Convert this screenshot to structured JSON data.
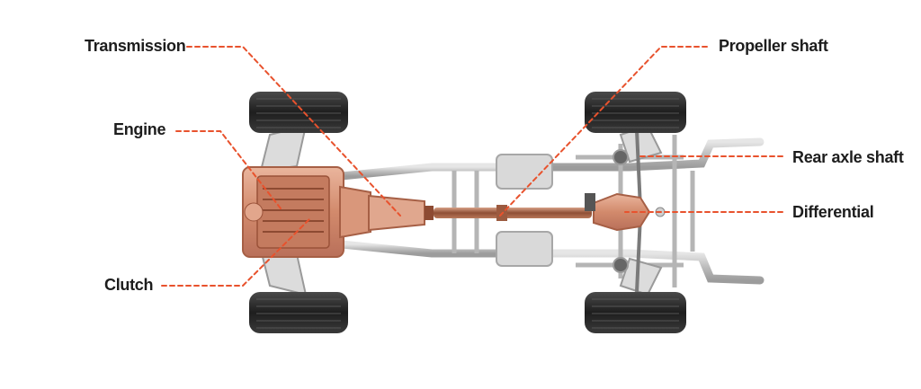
{
  "labels": {
    "transmission": "Transmission",
    "engine": "Engine",
    "clutch": "Clutch",
    "propeller_shaft": "Propeller shaft",
    "rear_axle_shaft": "Rear axle shaft",
    "differential": "Differential"
  },
  "colors": {
    "leader": "#e8522d",
    "copper": "#d99a80",
    "copper_dark": "#b56d52",
    "tire": "#2a2a2a",
    "metal": "#c8c8c8",
    "metal_dark": "#8a8a8a"
  }
}
